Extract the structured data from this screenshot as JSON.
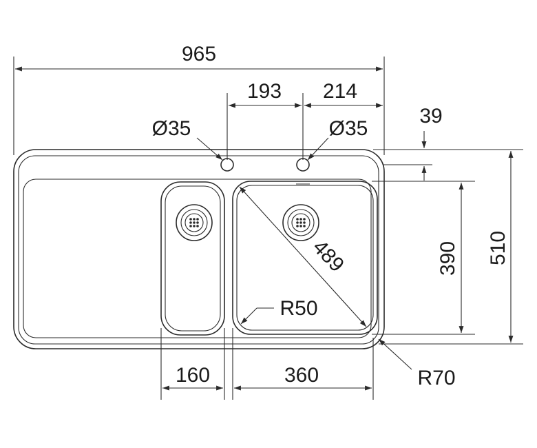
{
  "diagram": {
    "dimensions": {
      "overall_width": "965",
      "hole_spacing_1": "193",
      "hole_spacing_2": "214",
      "hole_diameter_left": "Ø35",
      "hole_diameter_right": "Ø35",
      "hole_offset": "39",
      "bowl_depth_large": "390",
      "overall_depth": "510",
      "diagonal": "489",
      "inner_radius": "R50",
      "outer_radius": "R70",
      "small_bowl_width": "160",
      "large_bowl_width": "360"
    }
  }
}
